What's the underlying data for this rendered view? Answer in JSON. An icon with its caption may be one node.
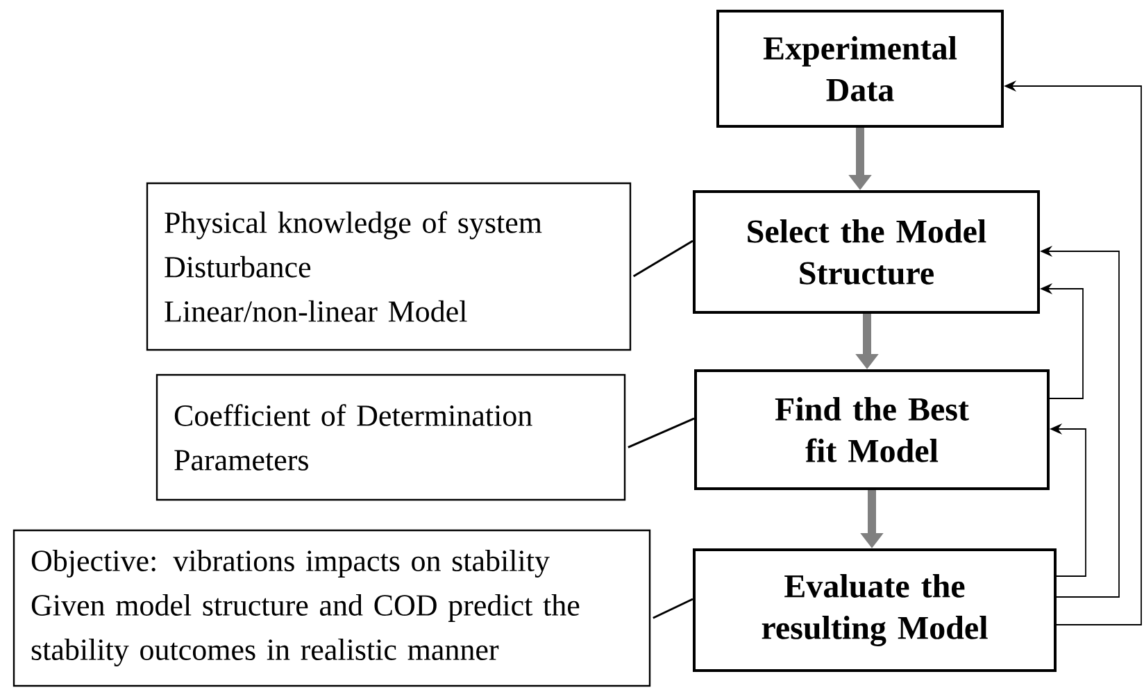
{
  "diagram": {
    "nodes": [
      {
        "text": [
          "Experimental Data"
        ]
      },
      {
        "text": [
          "Select the Model Structure"
        ]
      },
      {
        "text": [
          "Find the Best fit Model"
        ]
      },
      {
        "text": [
          "Evaluate the resulting Model"
        ]
      },
      {
        "text": [
          "Physical knowledge of system",
          "Disturbance",
          "Linear/non-linear Model"
        ]
      },
      {
        "text": [
          "Coefficient of Determination",
          "Parameters"
        ]
      },
      {
        "text": [
          "Objective: vibrations impacts on stability",
          "Given model structure and COD predict the stability outcomes in realistic manner"
        ]
      }
    ],
    "edges": [
      {
        "from": 0,
        "to": 1,
        "arrow": "to",
        "style": "thick",
        "color": "#808080"
      },
      {
        "from": 1,
        "to": 2,
        "arrow": "to",
        "style": "thick",
        "color": "#808080"
      },
      {
        "from": 2,
        "to": 3,
        "arrow": "to",
        "style": "thick",
        "color": "#808080"
      },
      {
        "from": 2,
        "to": 1,
        "arrow": "to"
      },
      {
        "from": 3,
        "to": 2,
        "arrow": "to"
      },
      {
        "from": 3,
        "to": 1,
        "arrow": "to"
      },
      {
        "from": 3,
        "to": 0,
        "arrow": "to"
      },
      {
        "from": 4,
        "to": 1,
        "arrow": "none"
      },
      {
        "from": 5,
        "to": 2,
        "arrow": "none"
      },
      {
        "from": 6,
        "to": 3,
        "arrow": "none"
      }
    ]
  }
}
